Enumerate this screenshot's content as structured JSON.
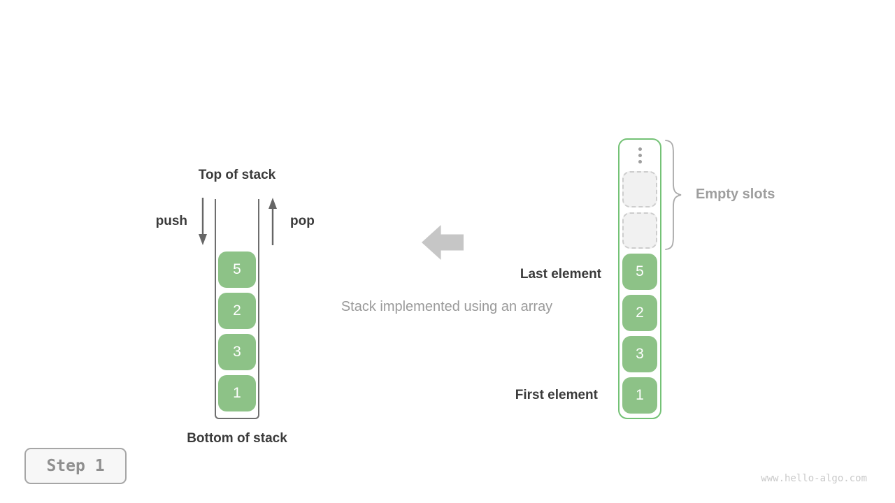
{
  "colors": {
    "cell_green": "#8dc287",
    "array_border_green": "#74c276",
    "dark_text": "#3a3a3a",
    "gray_text": "#9e9e9e",
    "small_arrow_gray": "#666666",
    "big_arrow_gray": "#c6c6c6",
    "empty_slot_fill": "#f1f1f1",
    "empty_slot_border": "#cdcdcd",
    "stack_outline_gray": "#6e6e6e",
    "watermark_gray": "#c9c9c9"
  },
  "stack_diagram": {
    "title": "Top of stack",
    "bottom_label": "Bottom of stack",
    "push_label": "push",
    "pop_label": "pop",
    "values": [
      "5",
      "2",
      "3",
      "1"
    ]
  },
  "caption": "Stack implemented using an array",
  "array_diagram": {
    "values": [
      "5",
      "2",
      "3",
      "1"
    ],
    "empty_slots_count": 2,
    "empty_slots_label": "Empty slots",
    "last_element_label": "Last element",
    "first_element_label": "First element"
  },
  "footer": {
    "step_label": "Step 1",
    "watermark": "www.hello-algo.com"
  }
}
